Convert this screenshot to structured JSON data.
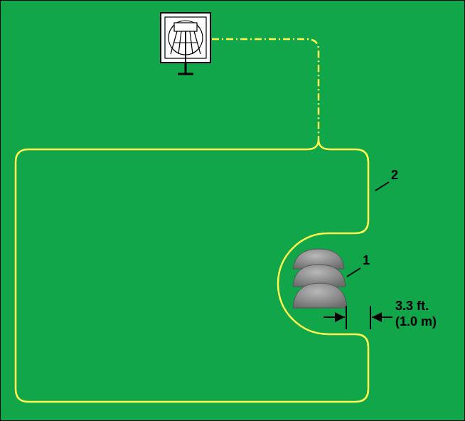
{
  "diagram": {
    "labels": [
      "1",
      "2",
      "3.3 ft. (1.0 m)"
    ]
  }
}
